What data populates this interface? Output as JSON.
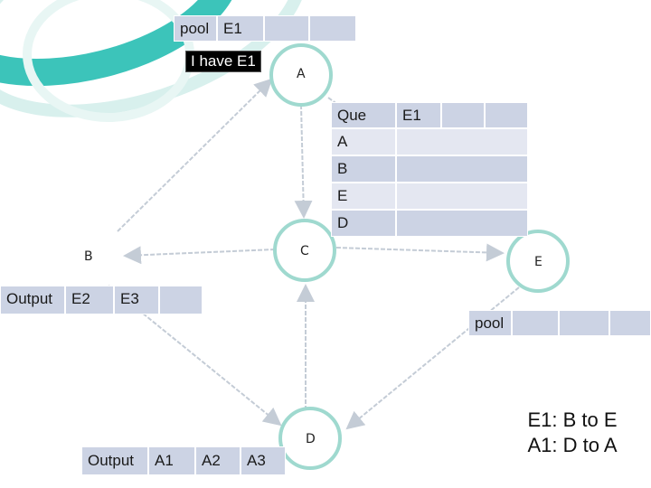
{
  "colors": {
    "accent": "#3cc4ba",
    "node_ring": "#9fd9cf",
    "header_cell": "#ccd3e4",
    "row_cell": "#e4e7f1",
    "arrow": "#c4ccd6"
  },
  "pool_top": {
    "label": "pool",
    "cells": [
      "E1",
      "",
      ""
    ]
  },
  "label_have": "I have E1",
  "nodes": {
    "A": "A",
    "B": "B",
    "C": "C",
    "D": "D",
    "E": "E"
  },
  "queue": {
    "header": "Que",
    "header_cells": [
      "E1",
      "",
      ""
    ],
    "rows": [
      "A",
      "B",
      "E",
      "D"
    ]
  },
  "output_b": {
    "label": "Output",
    "cells": [
      "E2",
      "E3",
      ""
    ]
  },
  "pool_right": {
    "label": "pool",
    "cells": [
      "",
      "",
      ""
    ]
  },
  "output_d": {
    "label": "Output",
    "cells": [
      "A1",
      "A2",
      "A3"
    ]
  },
  "notes": [
    "E1: B to E",
    "A1: D to A"
  ]
}
